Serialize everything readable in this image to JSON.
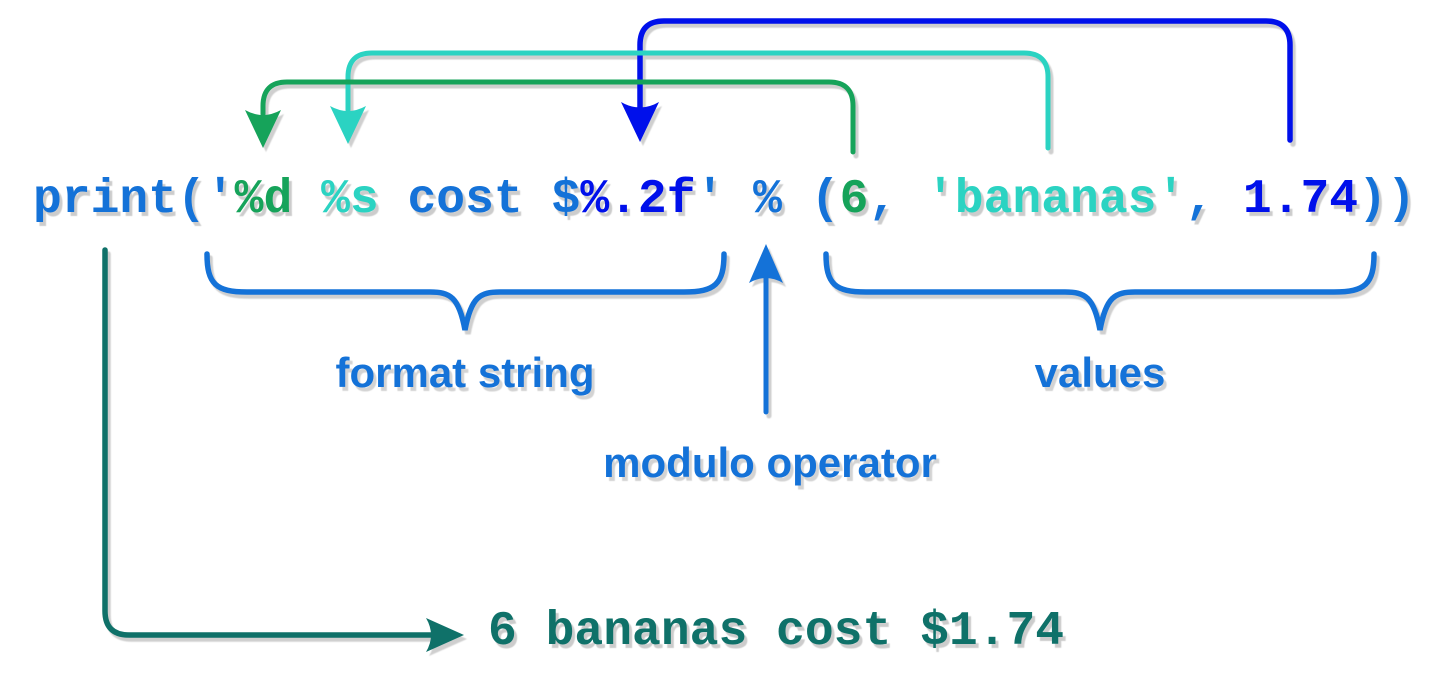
{
  "title": "Python modulo string formatting diagram",
  "colors": {
    "code_blue": "#1472d8",
    "literal_blue": "#0010eb",
    "green": "#16a35a",
    "teal": "#2bd3c2",
    "output_teal": "#0f7169",
    "label_blue": "#1472d8"
  },
  "code": {
    "segments": [
      {
        "name": "code-print-open",
        "text": "print('",
        "color": "code_blue"
      },
      {
        "name": "code-format-spec-int",
        "text": "%d",
        "color": "green"
      },
      {
        "name": "code-space-1",
        "text": " ",
        "color": "code_blue"
      },
      {
        "name": "code-format-spec-str",
        "text": "%s",
        "color": "teal"
      },
      {
        "name": "code-literal-cost",
        "text": " cost $",
        "color": "code_blue"
      },
      {
        "name": "code-format-spec-float",
        "text": "%.2f",
        "color": "literal_blue"
      },
      {
        "name": "code-quote-modulo-paren",
        "text": "' % (",
        "color": "code_blue"
      },
      {
        "name": "code-value-int",
        "text": "6",
        "color": "green"
      },
      {
        "name": "code-comma-1",
        "text": ", ",
        "color": "code_blue"
      },
      {
        "name": "code-value-str",
        "text": "'bananas'",
        "color": "teal"
      },
      {
        "name": "code-comma-2",
        "text": ", ",
        "color": "code_blue"
      },
      {
        "name": "code-value-float",
        "text": "1.74",
        "color": "literal_blue"
      },
      {
        "name": "code-close-parens",
        "text": "))",
        "color": "code_blue"
      }
    ]
  },
  "labels": {
    "format_string": "format string",
    "values": "values",
    "modulo_operator": "modulo operator"
  },
  "output": {
    "text": "6 bananas cost $1.74"
  }
}
